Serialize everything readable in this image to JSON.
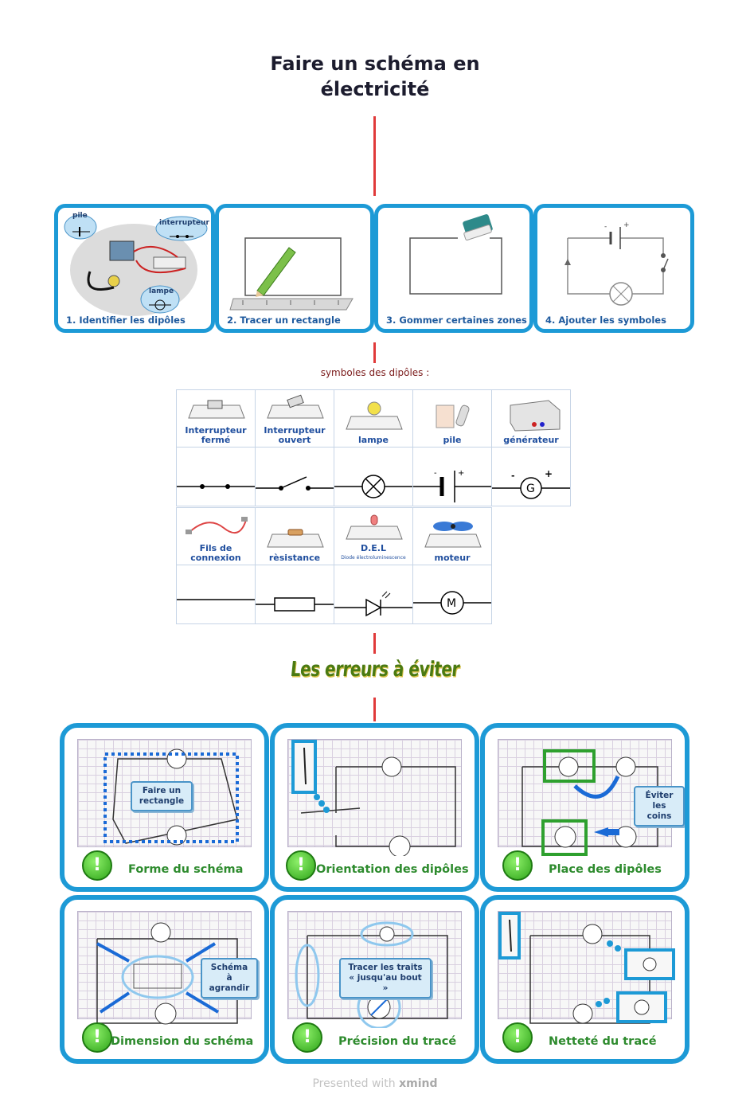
{
  "title": "Faire un schéma en électricité",
  "steps": [
    {
      "label": "1. Identifier les dipôles",
      "tags": [
        "pile",
        "interrupteur",
        "lampe"
      ]
    },
    {
      "label": "2. Tracer un rectangle"
    },
    {
      "label": "3. Gommer certaines zones"
    },
    {
      "label": "4. Ajouter les symboles"
    }
  ],
  "symbols": {
    "heading": "symboles des dipôles :",
    "row1": [
      "Interrupteur fermé",
      "Interrupteur ouvert",
      "lampe",
      "pile",
      "générateur"
    ],
    "row2": [
      "Fils de connexion",
      "rèsistance",
      "D.E.L",
      "moteur"
    ],
    "del_sub": "Diode électroluminescence",
    "glyphs": {
      "generator": "G",
      "motor": "M",
      "plus": "+",
      "minus": "-"
    }
  },
  "errors": {
    "heading": "Les erreurs à éviter",
    "cards": [
      {
        "caption": "Forme du schéma",
        "callout": "Faire un rectangle"
      },
      {
        "caption": "Orientation des dipôles"
      },
      {
        "caption": "Place des dipôles",
        "callout": "Éviter les coins"
      },
      {
        "caption": "Dimension du schéma",
        "callout": "Schéma à agrandir"
      },
      {
        "caption": "Précision du tracé",
        "callout": "Tracer les traits « jusqu'au bout »"
      },
      {
        "caption": "Netteté du tracé"
      }
    ],
    "icon_mark": "!"
  },
  "footer": {
    "prefix": "Presented with",
    "brand": "xmind"
  },
  "colors": {
    "accent": "#1d9ad6",
    "connector": "#e03a3a",
    "caption": "#2e8b2e"
  }
}
